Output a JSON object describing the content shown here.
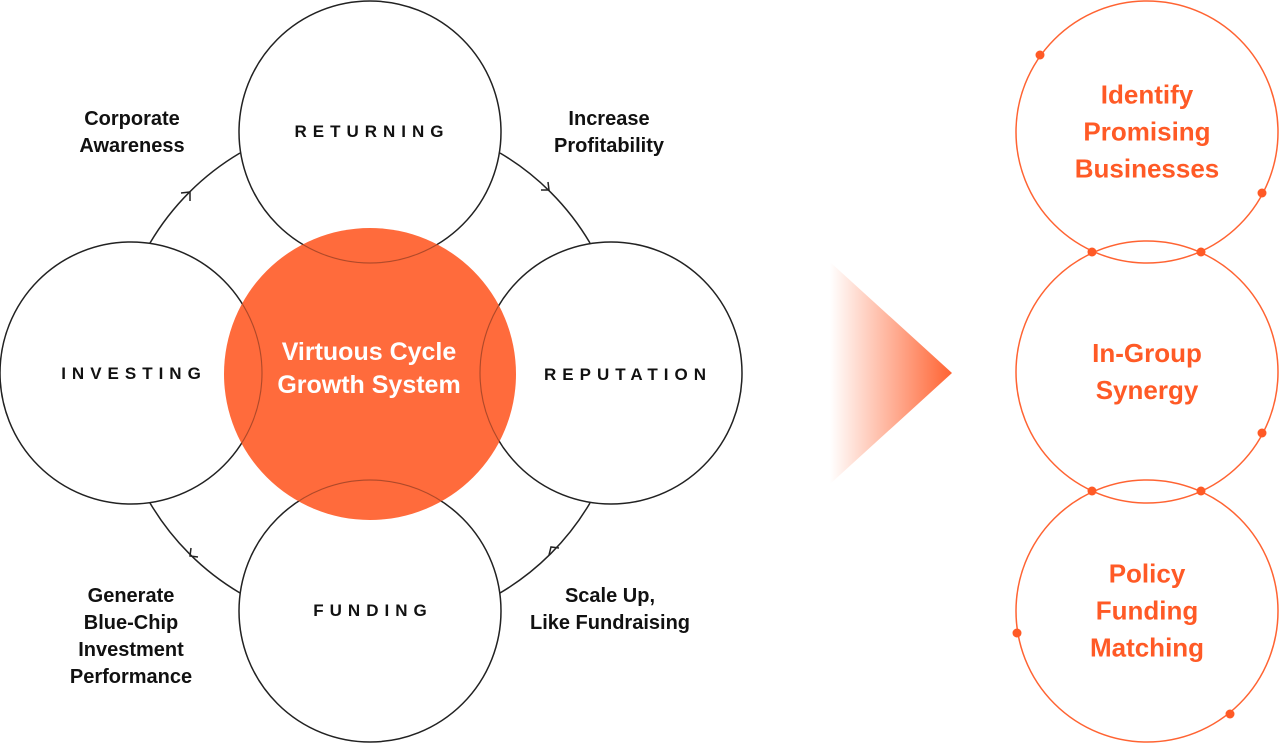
{
  "colors": {
    "accent": "#ff6332",
    "line": "#222222",
    "dot": "#ff5a26"
  },
  "cycle": {
    "center": [
      "Virtuous Cycle",
      "Growth System"
    ],
    "stages": {
      "top": "RETURNING",
      "left": "INVESTING",
      "right": "REPUTATION",
      "bottom": "FUNDING"
    },
    "labels": {
      "top_left": [
        "Corporate",
        "Awareness"
      ],
      "top_right": [
        "Increase",
        "Profitability"
      ],
      "bottom_right": [
        "Scale Up,",
        "Like Fundraising"
      ],
      "bottom_left": [
        "Generate",
        "Blue-Chip",
        "Investment",
        "Performance"
      ]
    }
  },
  "outcomes": [
    [
      "Identify",
      "Promising",
      "Businesses"
    ],
    [
      "In-Group",
      "Synergy"
    ],
    [
      "Policy",
      "Funding",
      "Matching"
    ]
  ]
}
